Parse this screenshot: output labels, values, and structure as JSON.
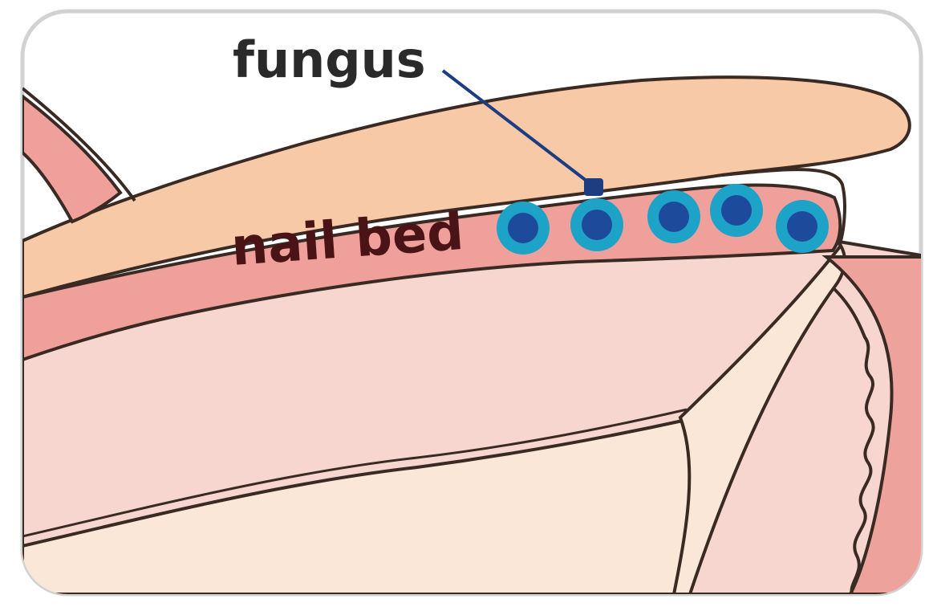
{
  "labels": {
    "fungus": "fungus",
    "nail_bed": "nail bed"
  },
  "colors": {
    "frame_border": "#d2d2d2",
    "outline": "#3a2a24",
    "nail_plate": "#f8c9a6",
    "nail_bed": "#f0a09a",
    "finger_tissue": "#f8d6d0",
    "bone": "#fbe7d8",
    "dark_skin_fold": "#eea29c",
    "fungus_inner": "#1d4a9a",
    "fungus_outer": "#1da2c8",
    "pointer_line": "#1d3d82",
    "label_fungus": "#2a2a2a",
    "label_nail_bed": "#4a1416"
  },
  "fungus_spot_count": 5
}
